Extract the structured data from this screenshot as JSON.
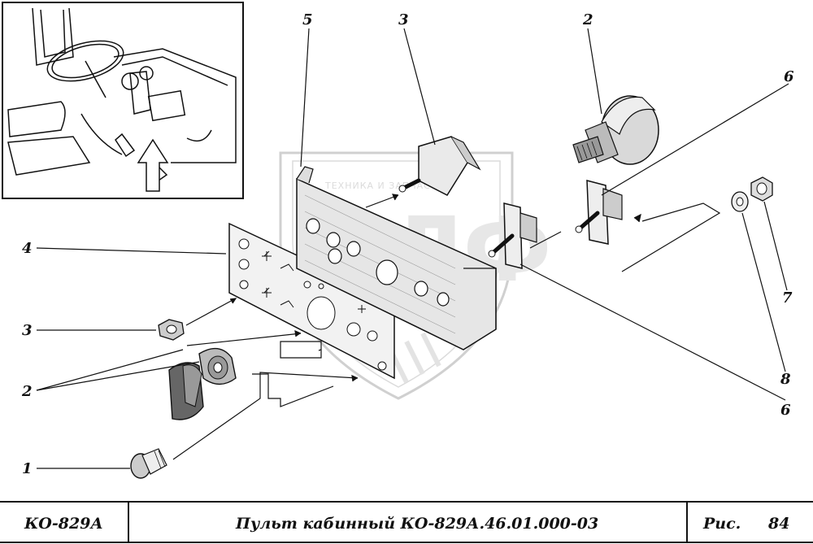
{
  "callouts": {
    "c1": "1",
    "c2_left": "2",
    "c3_left": "3",
    "c4": "4",
    "c5": "5",
    "c3_top": "3",
    "c2_top": "2",
    "c6_top": "6",
    "c7": "7",
    "c8": "8",
    "c6_bottom": "6"
  },
  "watermark": {
    "text": "ТЕХНИКА И ЗАПЧАСТИ",
    "letters": "ЗЛФ"
  },
  "title_block": {
    "model": "КО-829А",
    "title": "Пульт кабинный КО-829А.46.01.000-03",
    "fig_label": "Рис.",
    "fig_number": "84"
  }
}
